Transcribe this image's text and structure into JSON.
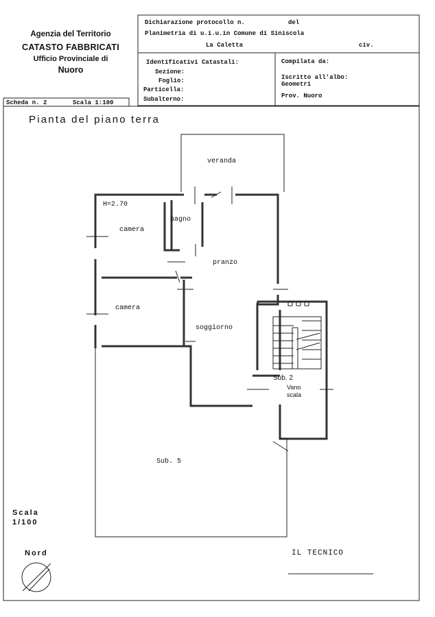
{
  "agency": {
    "line1": "Agenzia del Territorio",
    "line2": "CATASTO FABBRICATI",
    "line3": "Ufficio Provinciale di",
    "line4": "Nuoro"
  },
  "header": {
    "protocol_label": "Dichiarazione protocollo n.",
    "del_label": "del",
    "planimetria": "Planimetria di u.i.u.in Comune di Siniscola",
    "location": "La Caletta",
    "civ_label": "civ.",
    "ident_label": "Identificativi Catastali:",
    "sezione_label": "Sezione:",
    "foglio_label": "Foglio:",
    "particella_label": "Particella:",
    "subalterno_label": "Subalterno:",
    "compilata_label": "Compilata da:",
    "iscritto_label": "Iscritto all'albo:",
    "iscritto_value": "Geometri",
    "prov_label": "Prov. Nuoro"
  },
  "scheda": {
    "scheda_label": "Scheda n. 2",
    "scala_label": "Scala 1:100"
  },
  "plan": {
    "title": "Pianta del piano terra",
    "height": "H=2.70",
    "rooms": {
      "veranda": "veranda",
      "bagno": "bagno",
      "camera1": "camera",
      "pranzo": "pranzo",
      "camera2": "camera",
      "soggiorno": "soggiorno",
      "sub2": "Sub. 2",
      "vano1": "Vano",
      "vano2": "scala",
      "sub5": "Sub. 5"
    }
  },
  "footer": {
    "scala1": "Scala",
    "scala2": "1/100",
    "nord": "Nord",
    "tecnico": "IL TECNICO"
  }
}
